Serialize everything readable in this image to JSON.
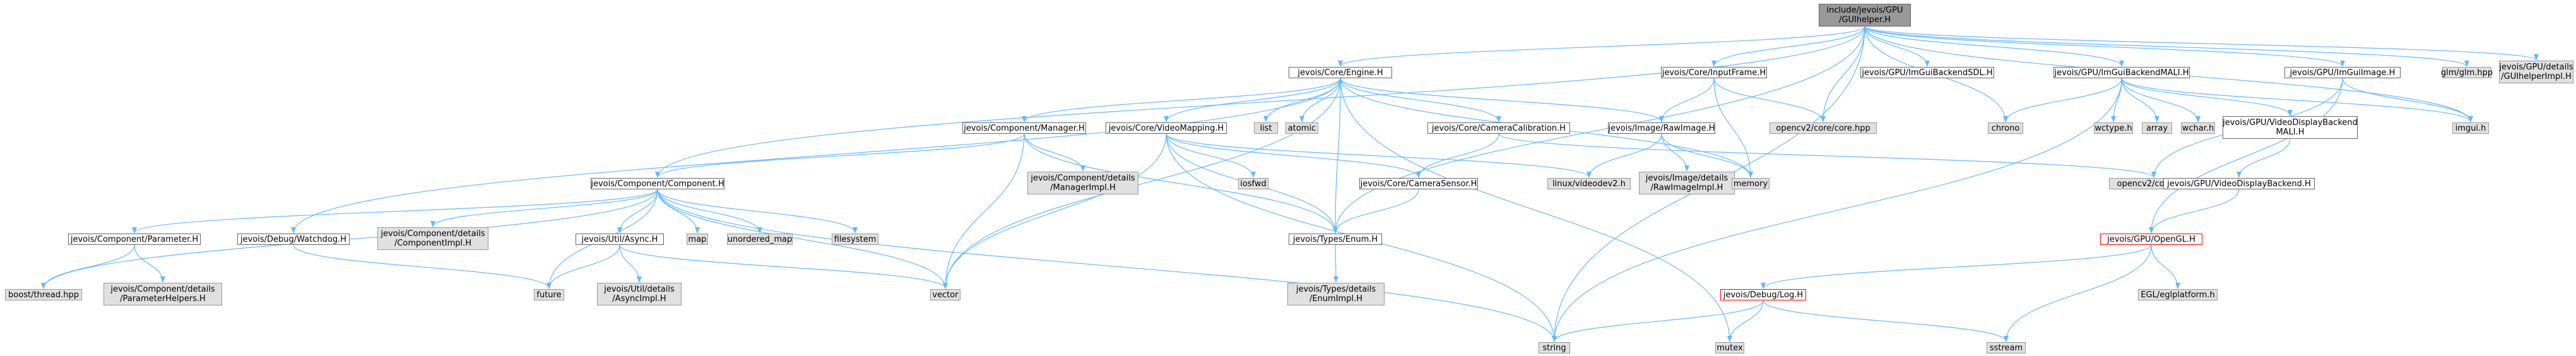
{
  "nodes": [
    {
      "id": "root",
      "label": "include/jevois/GPU\n/GUIhelper.H",
      "style": "root"
    },
    {
      "id": "engine",
      "label": "jevois/Core/Engine.H",
      "style": "local"
    },
    {
      "id": "inputframe",
      "label": "jevois/Core/InputFrame.H",
      "style": "local"
    },
    {
      "id": "sdl",
      "label": "jevois/GPU/ImGuiBackendSDL.H",
      "style": "local"
    },
    {
      "id": "mali",
      "label": "jevois/GPU/ImGuiBackendMALI.H",
      "style": "local"
    },
    {
      "id": "imguiimage",
      "label": "jevois/GPU/ImGuiImage.H",
      "style": "local"
    },
    {
      "id": "glm",
      "label": "glm/glm.hpp",
      "style": "sys"
    },
    {
      "id": "guihelperimpl",
      "label": "jevois/GPU/details\n/GUIhelperImpl.H",
      "style": "sys"
    },
    {
      "id": "manager",
      "label": "jevois/Component/Manager.H",
      "style": "local"
    },
    {
      "id": "videomapping",
      "label": "jevois/Core/VideoMapping.H",
      "style": "local"
    },
    {
      "id": "list",
      "label": "list",
      "style": "sys"
    },
    {
      "id": "atomic",
      "label": "atomic",
      "style": "sys"
    },
    {
      "id": "camcal",
      "label": "jevois/Core/CameraCalibration.H",
      "style": "local"
    },
    {
      "id": "rawimage",
      "label": "jevois/Image/RawImage.H",
      "style": "local"
    },
    {
      "id": "cvcore",
      "label": "opencv2/core/core.hpp",
      "style": "sys"
    },
    {
      "id": "chrono",
      "label": "chrono",
      "style": "sys"
    },
    {
      "id": "wctype",
      "label": "wctype.h",
      "style": "sys"
    },
    {
      "id": "array",
      "label": "array",
      "style": "sys"
    },
    {
      "id": "wchar",
      "label": "wchar.h",
      "style": "sys"
    },
    {
      "id": "vdbmali",
      "label": "jevois/GPU/VideoDisplayBackend\nMALI.H",
      "style": "local"
    },
    {
      "id": "imguih",
      "label": "imgui.h",
      "style": "sys"
    },
    {
      "id": "component",
      "label": "jevois/Component/Component.H",
      "style": "local"
    },
    {
      "id": "managerimpl",
      "label": "jevois/Component/details\n/ManagerImpl.H",
      "style": "sys"
    },
    {
      "id": "iosfwd",
      "label": "iosfwd",
      "style": "sys"
    },
    {
      "id": "camsensor",
      "label": "jevois/Core/CameraSensor.H",
      "style": "local"
    },
    {
      "id": "videodev2",
      "label": "linux/videodev2.h",
      "style": "sys"
    },
    {
      "id": "rawimageimpl",
      "label": "jevois/Image/details\n/RawImageImpl.H",
      "style": "sys"
    },
    {
      "id": "memory",
      "label": "memory",
      "style": "sys"
    },
    {
      "id": "cvcorehpp",
      "label": "opencv2/core.hpp",
      "style": "sys"
    },
    {
      "id": "vdb",
      "label": "jevois/GPU/VideoDisplayBackend.H",
      "style": "local"
    },
    {
      "id": "parameter",
      "label": "jevois/Component/Parameter.H",
      "style": "local"
    },
    {
      "id": "watchdog",
      "label": "jevois/Debug/Watchdog.H",
      "style": "local"
    },
    {
      "id": "componentimpl",
      "label": "jevois/Component/details\n/ComponentImpl.H",
      "style": "sys"
    },
    {
      "id": "async",
      "label": "jevois/Util/Async.H",
      "style": "local"
    },
    {
      "id": "map",
      "label": "map",
      "style": "sys"
    },
    {
      "id": "unordered_map",
      "label": "unordered_map",
      "style": "sys"
    },
    {
      "id": "filesystem",
      "label": "filesystem",
      "style": "sys"
    },
    {
      "id": "enum",
      "label": "jevois/Types/Enum.H",
      "style": "local"
    },
    {
      "id": "opengl",
      "label": "jevois/GPU/OpenGL.H",
      "style": "red"
    },
    {
      "id": "boostthread",
      "label": "boost/thread.hpp",
      "style": "sys"
    },
    {
      "id": "paramhelpers",
      "label": "jevois/Component/details\n/ParameterHelpers.H",
      "style": "sys"
    },
    {
      "id": "future",
      "label": "future",
      "style": "sys"
    },
    {
      "id": "asyncimpl",
      "label": "jevois/Util/details\n/AsyncImpl.H",
      "style": "sys"
    },
    {
      "id": "vector",
      "label": "vector",
      "style": "sys"
    },
    {
      "id": "enumimpl",
      "label": "jevois/Types/details\n/EnumImpl.H",
      "style": "sys"
    },
    {
      "id": "log",
      "label": "jevois/Debug/Log.H",
      "style": "red"
    },
    {
      "id": "eglplatform",
      "label": "EGL/eglplatform.h",
      "style": "sys"
    },
    {
      "id": "string",
      "label": "string",
      "style": "sys"
    },
    {
      "id": "mutex",
      "label": "mutex",
      "style": "sys"
    },
    {
      "id": "sstream",
      "label": "sstream",
      "style": "sys"
    }
  ],
  "edges": [
    [
      "root",
      "engine"
    ],
    [
      "root",
      "inputframe"
    ],
    [
      "root",
      "sdl"
    ],
    [
      "root",
      "mali"
    ],
    [
      "root",
      "imguiimage"
    ],
    [
      "root",
      "glm"
    ],
    [
      "root",
      "guihelperimpl"
    ],
    [
      "root",
      "cvcore"
    ],
    [
      "root",
      "chrono"
    ],
    [
      "root",
      "imguih"
    ],
    [
      "root",
      "component"
    ],
    [
      "root",
      "enum"
    ],
    [
      "root",
      "string"
    ],
    [
      "engine",
      "manager"
    ],
    [
      "engine",
      "videomapping"
    ],
    [
      "engine",
      "list"
    ],
    [
      "engine",
      "atomic"
    ],
    [
      "engine",
      "camcal"
    ],
    [
      "engine",
      "rawimage"
    ],
    [
      "engine",
      "watchdog"
    ],
    [
      "engine",
      "vector"
    ],
    [
      "engine",
      "memory"
    ],
    [
      "engine",
      "mutex"
    ],
    [
      "engine",
      "enum"
    ],
    [
      "inputframe",
      "rawimage"
    ],
    [
      "inputframe",
      "cvcore"
    ],
    [
      "inputframe",
      "memory"
    ],
    [
      "mali",
      "chrono"
    ],
    [
      "mali",
      "wctype"
    ],
    [
      "mali",
      "array"
    ],
    [
      "mali",
      "wchar"
    ],
    [
      "mali",
      "vdbmali"
    ],
    [
      "mali",
      "imguih"
    ],
    [
      "mali",
      "string"
    ],
    [
      "imguiimage",
      "opengl"
    ],
    [
      "imguiimage",
      "cvcorehpp"
    ],
    [
      "imguiimage",
      "imguih"
    ],
    [
      "manager",
      "component"
    ],
    [
      "manager",
      "managerimpl"
    ],
    [
      "manager",
      "vector"
    ],
    [
      "manager",
      "enum"
    ],
    [
      "videomapping",
      "iosfwd"
    ],
    [
      "videomapping",
      "camsensor"
    ],
    [
      "videomapping",
      "videodev2"
    ],
    [
      "videomapping",
      "enum"
    ],
    [
      "videomapping",
      "vector"
    ],
    [
      "videomapping",
      "string"
    ],
    [
      "camcal",
      "camsensor"
    ],
    [
      "camcal",
      "cvcorehpp"
    ],
    [
      "rawimage",
      "videodev2"
    ],
    [
      "rawimage",
      "rawimageimpl"
    ],
    [
      "rawimage",
      "memory"
    ],
    [
      "vdbmali",
      "vdb"
    ],
    [
      "vdb",
      "opengl"
    ],
    [
      "component",
      "parameter"
    ],
    [
      "component",
      "componentimpl"
    ],
    [
      "component",
      "async"
    ],
    [
      "component",
      "map"
    ],
    [
      "component",
      "unordered_map"
    ],
    [
      "component",
      "filesystem"
    ],
    [
      "component",
      "boostthread"
    ],
    [
      "component",
      "future"
    ],
    [
      "component",
      "vector"
    ],
    [
      "component",
      "string"
    ],
    [
      "parameter",
      "boostthread"
    ],
    [
      "parameter",
      "paramhelpers"
    ],
    [
      "watchdog",
      "future"
    ],
    [
      "async",
      "future"
    ],
    [
      "async",
      "asyncimpl"
    ],
    [
      "async",
      "vector"
    ],
    [
      "camsensor",
      "enum"
    ],
    [
      "enum",
      "enumimpl"
    ],
    [
      "opengl",
      "log"
    ],
    [
      "opengl",
      "eglplatform"
    ],
    [
      "opengl",
      "sstream"
    ],
    [
      "log",
      "string"
    ],
    [
      "log",
      "mutex"
    ],
    [
      "log",
      "sstream"
    ]
  ],
  "colors": {
    "edge": "#63b8ff",
    "edge_red": "#ff0000",
    "border_local": "#666666",
    "border_sys": "#999999",
    "fill_sys": "#e0e0e0",
    "fill_root": "#999999",
    "border_red": "#ff0000"
  }
}
